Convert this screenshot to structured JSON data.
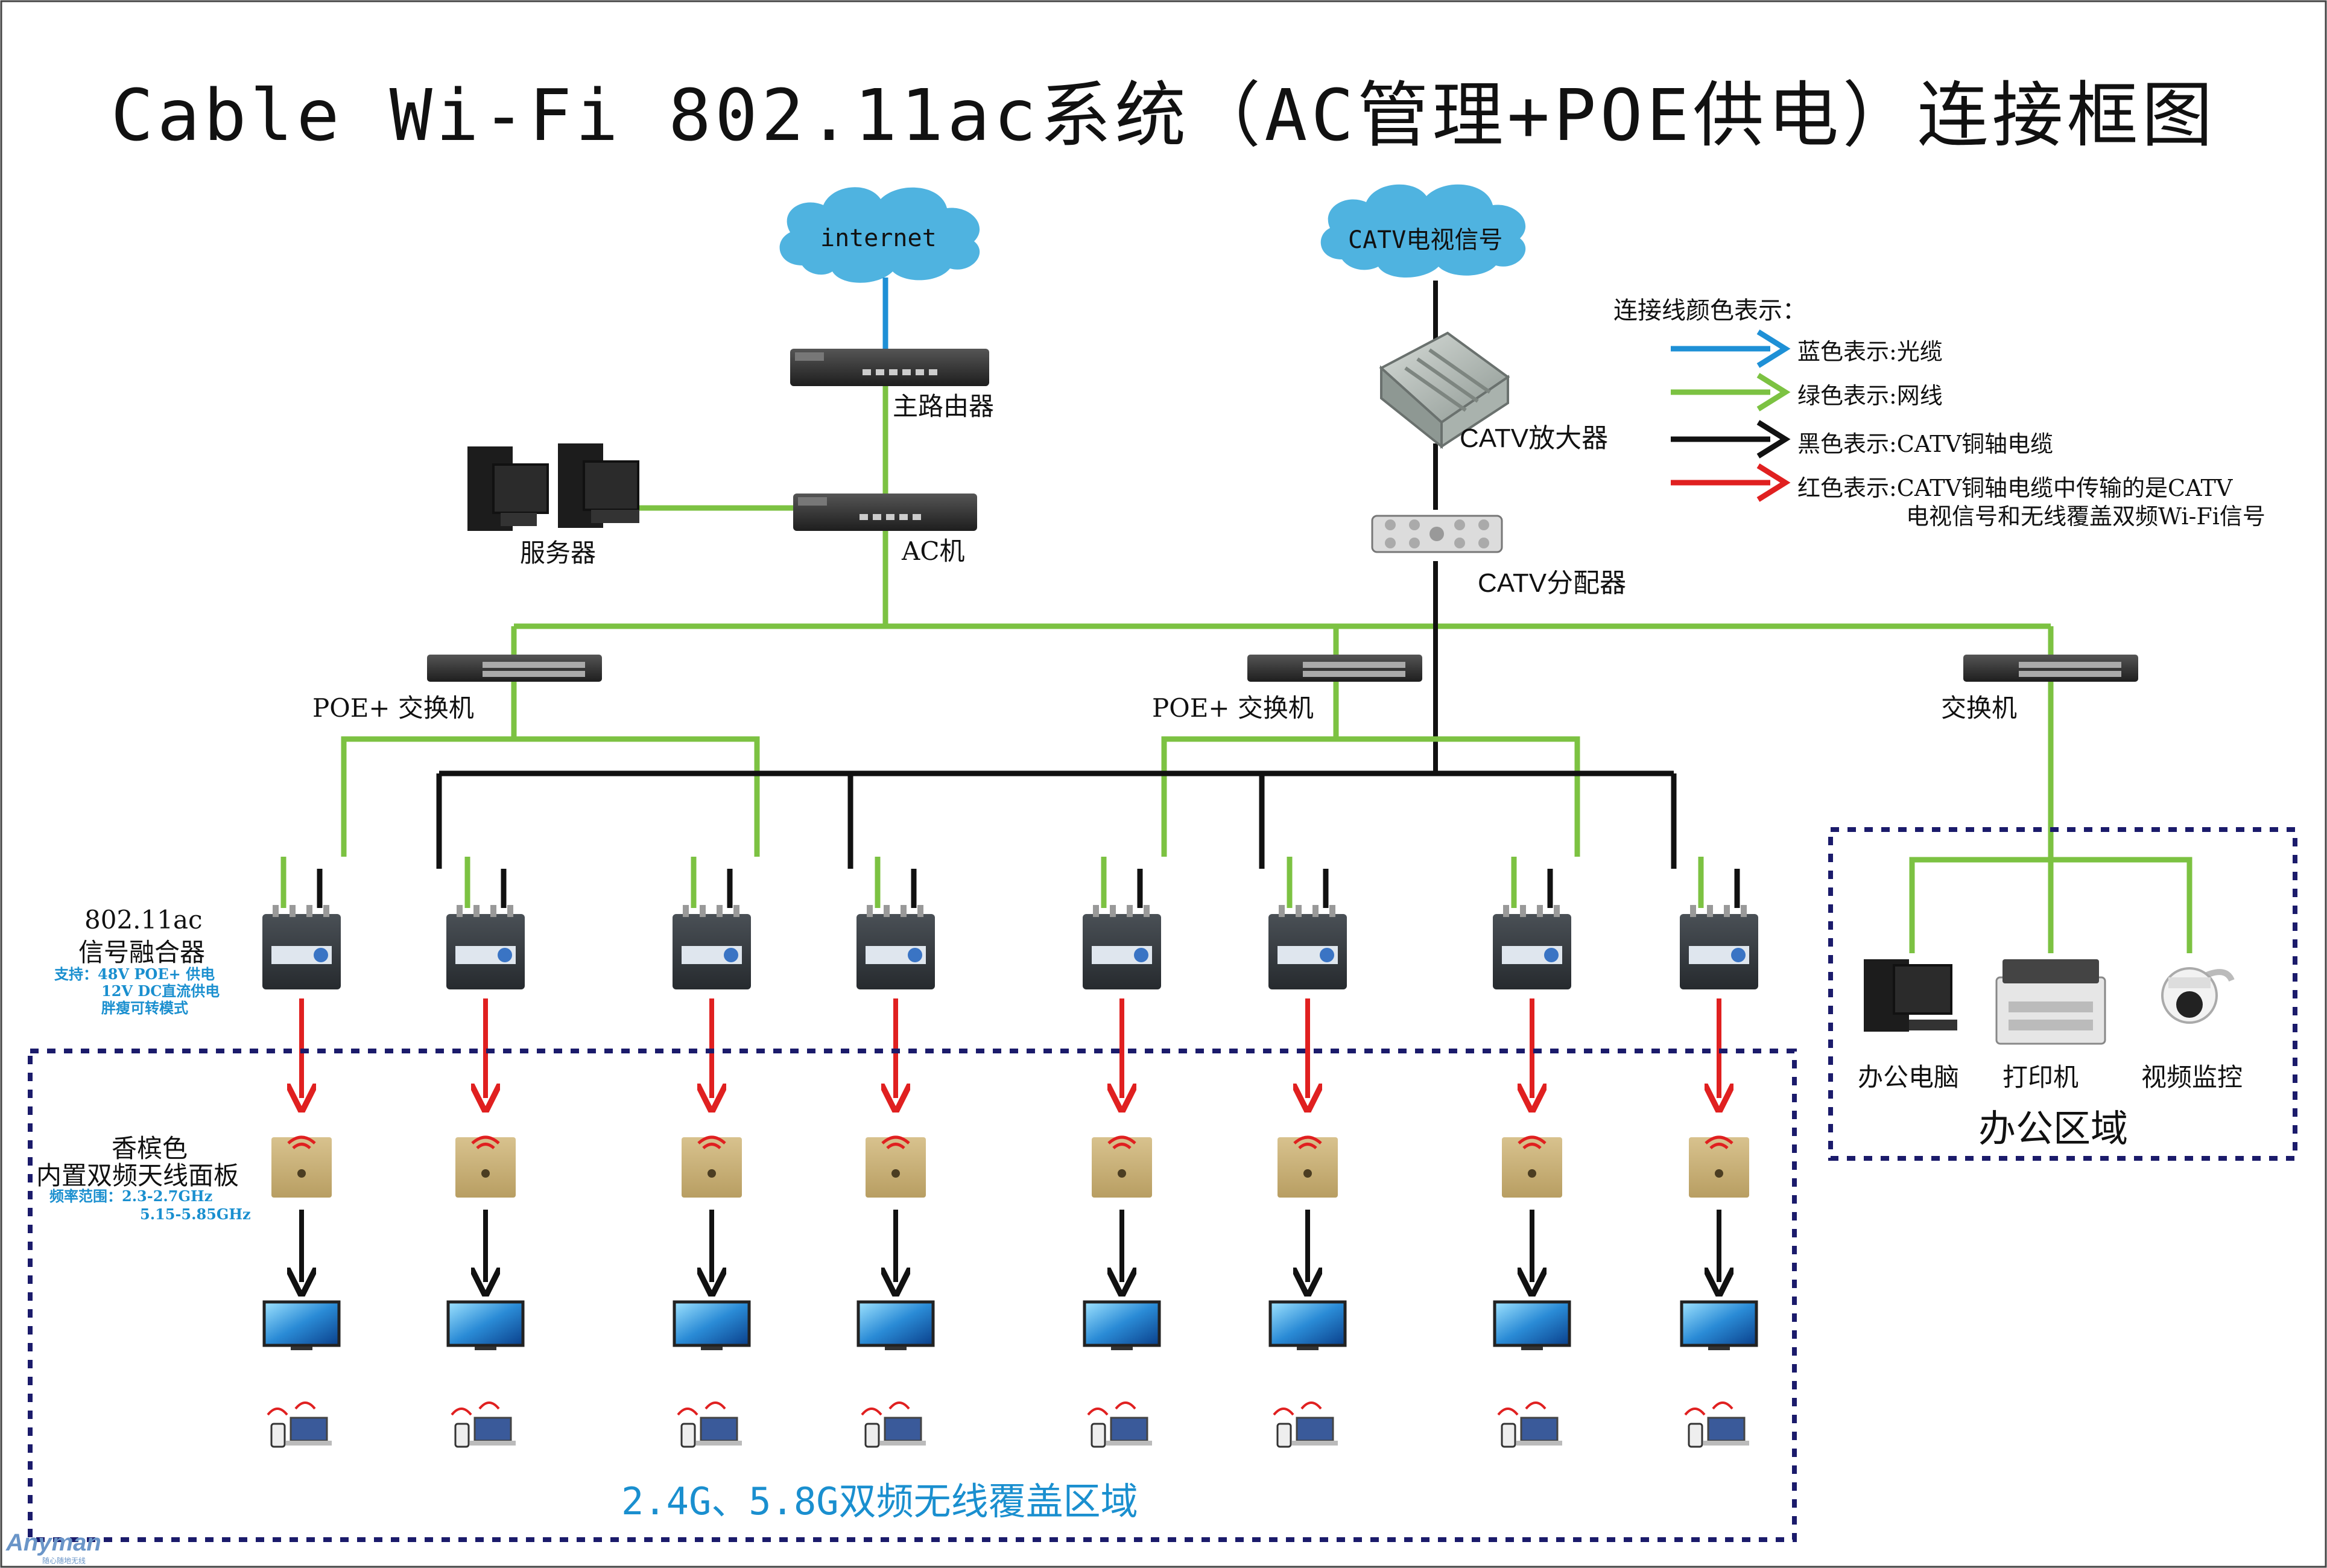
{
  "title": "Cable Wi-Fi 802.11ac系统（AC管理+POE供电）连接框图",
  "clouds": {
    "internet": "internet",
    "catv": "CATV电视信号"
  },
  "labels": {
    "main_router": "主路由器",
    "ac": "AC机",
    "servers": "服务器",
    "catv_amp": "CATV放大器",
    "catv_splitter": "CATV分配器",
    "poe_switch_1": "POE+ 交换机",
    "poe_switch_2": "POE+ 交换机",
    "switch_3": "交换机",
    "combiner_title_1": "802.11ac",
    "combiner_title_2": "信号融合器",
    "combiner_note_1": "支持：48V POE+ 供电",
    "combiner_note_2": "12V DC直流供电",
    "combiner_note_3": "胖瘦可转模式",
    "panel_title_1": "香槟色",
    "panel_title_2": "内置双频天线面板",
    "panel_freq_1": "频率范围：2.3-2.7GHz",
    "panel_freq_2": "5.15-5.85GHz"
  },
  "legend": {
    "title": "连接线颜色表示：",
    "items": [
      {
        "text": "蓝色表示:光缆",
        "color": "#1e90d6"
      },
      {
        "text": "绿色表示:网线",
        "color": "#7cc242"
      },
      {
        "text": "黑色表示:CATV铜轴电缆",
        "color": "#111111"
      },
      {
        "text": "红色表示:CATV铜轴电缆中传输的是CATV",
        "text2": "电视信号和无线覆盖双频Wi-Fi信号",
        "color": "#e02020"
      }
    ]
  },
  "office": {
    "title": "办公区域",
    "items": [
      "办公电脑",
      "打印机",
      "视频监控"
    ]
  },
  "wifi_zone": {
    "title": "2.4G、5.8G双频无线覆盖区域"
  },
  "brand": {
    "name": "Anyman",
    "sub": "随心随地无线"
  },
  "colors": {
    "fiber": "#1e90d6",
    "lan": "#7cc242",
    "coax": "#111111",
    "signal": "#e02020",
    "zone_border": "#1b1b6b",
    "cloud": "#4fb3e0"
  }
}
